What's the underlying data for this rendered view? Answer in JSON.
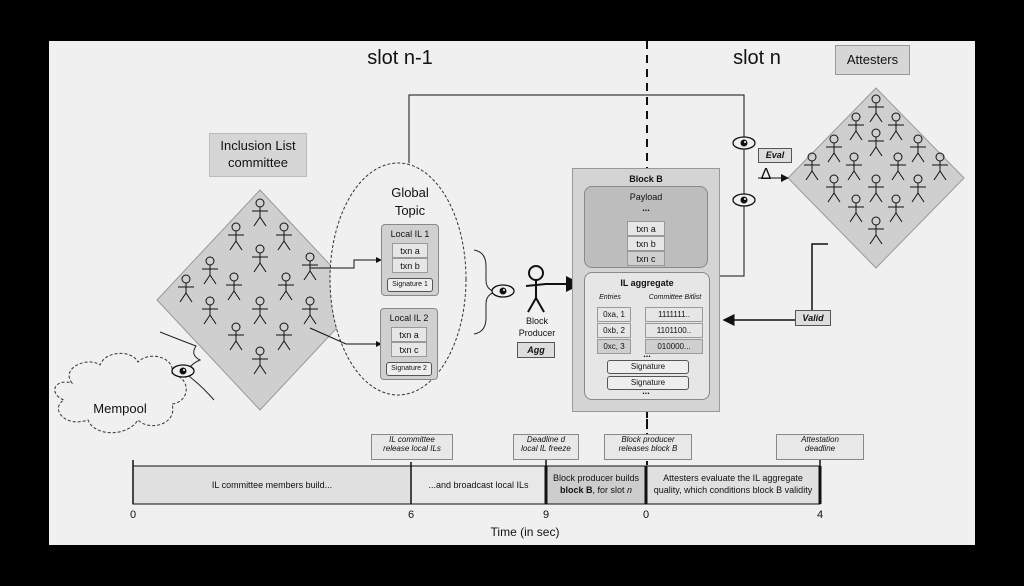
{
  "slots": {
    "prev": "slot n-1",
    "curr": "slot n"
  },
  "attesters": {
    "title": "Attesters"
  },
  "il_committee": {
    "title_line1": "Inclusion List",
    "title_line2": "committee"
  },
  "mempool": {
    "label": "Mempool"
  },
  "global_topic": {
    "title_line1": "Global",
    "title_line2": "Topic",
    "local_ils": [
      {
        "title": "Local IL 1",
        "txns": [
          "txn a",
          "txn b"
        ],
        "signature": "Signature 1"
      },
      {
        "title": "Local IL 2",
        "txns": [
          "txn a",
          "txn c"
        ],
        "signature": "Signature 2"
      }
    ]
  },
  "block_producer": {
    "label_line1": "Block",
    "label_line2": "Producer",
    "agg_tag": "Agg"
  },
  "block_b": {
    "title": "Block B",
    "payload": {
      "title": "Payload",
      "ellipsis": "...",
      "txns": [
        "txn a",
        "txn b",
        "txn c"
      ]
    },
    "il_aggregate": {
      "title": "IL aggregate",
      "entries_header": "Entries",
      "bitlist_header": "Committee Bitlist",
      "entries": [
        "0xa, 1",
        "0xb, 2",
        "0xc, 3"
      ],
      "bitlists": [
        "1111111..",
        "1101100..",
        "010000..."
      ],
      "ellipsis": "...",
      "signatures": [
        "Signature",
        "Signature"
      ],
      "bottom_ellipsis": "..."
    }
  },
  "tags": {
    "eval": "Eval",
    "delta": "Δ",
    "valid": "Valid"
  },
  "timeline": {
    "annotations": [
      {
        "line1": "IL committee",
        "line2": "release local ILs"
      },
      {
        "line1": "Deadline d",
        "line2": "local IL freeze"
      },
      {
        "line1": "Block producer",
        "line2": "releases block B"
      },
      {
        "line1": "Attestation",
        "line2": "deadline"
      }
    ],
    "segments": {
      "s1": "IL committee members build...",
      "s2": "...and broadcast local ILs",
      "s3_line1": "Block producer builds",
      "s3_bold": "block B",
      "s3_rest": ", for slot ",
      "s3_n": "n",
      "s4_line1": "Attesters evaluate the IL aggregate",
      "s4_line2": "quality, which conditions block B validity"
    },
    "ticks": [
      "0",
      "6",
      "9",
      "0",
      "4"
    ],
    "axis_label": "Time (in sec)"
  }
}
